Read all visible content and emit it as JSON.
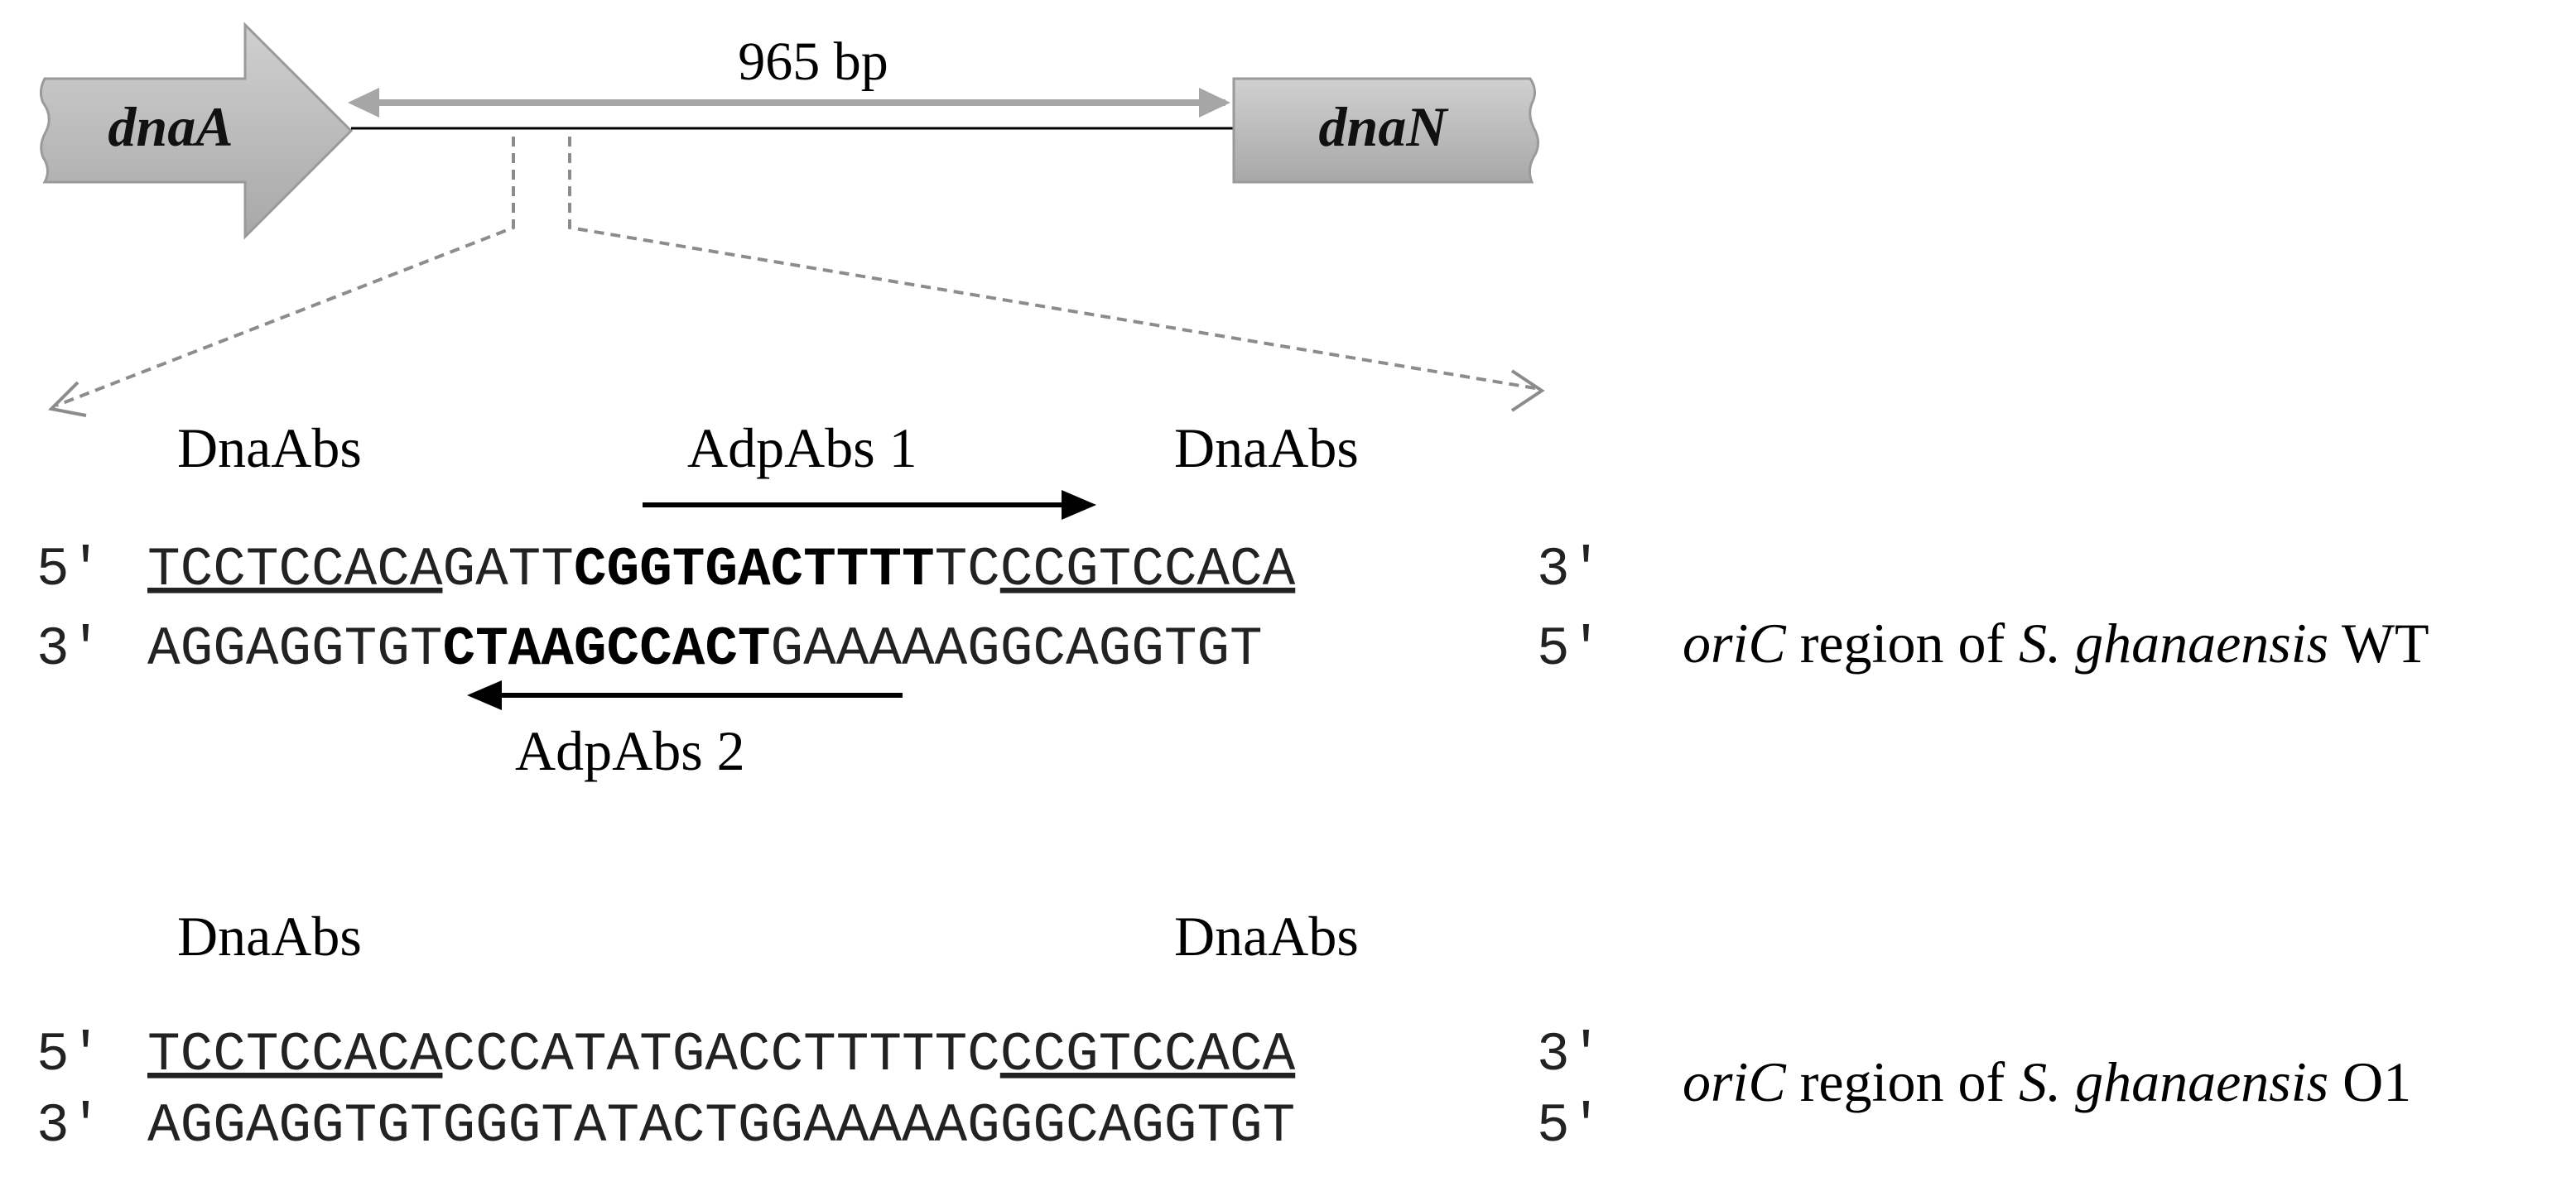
{
  "colors": {
    "gene_fill": "#bdbdbd",
    "gene_stroke": "#9a9a9a",
    "arrow_gray": "#a6a6a6",
    "dashed_gray": "#8c8c8c",
    "text": "#000000"
  },
  "genes": {
    "left_label": "dnaA",
    "right_label": "dnaN",
    "distance_label": "965 bp"
  },
  "labels": {
    "dna_abs": "DnaAbs",
    "adp_abs_1": "AdpAbs 1",
    "adp_abs_2": "AdpAbs 2"
  },
  "ends": {
    "five": "5′",
    "three": "3′"
  },
  "wt": {
    "top_parts": [
      "TCCTCCACA",
      "GATT",
      "CGGTGACTTTT",
      "TC",
      "CCGTCCACA"
    ],
    "bottom_parts": [
      "AGGAGGTGT",
      "CTAAGCCACT",
      "GAAAAAGGCAGGTGT"
    ],
    "caption_italic": "oriC",
    "caption_mid": " region of ",
    "caption_species": "S. ghanaensis",
    "caption_strain": " WT"
  },
  "o1": {
    "top_parts": [
      "TCCTCCACA",
      "CCCATATGACCTTTTTC",
      "CCGTCCACA"
    ],
    "bottom": "AGGAGGTGTGGGTATACTGGAAAAAGGGCAGGTGT",
    "caption_italic": "oriC",
    "caption_mid": " region of ",
    "caption_species": "S. ghanaensis",
    "caption_strain": " O1"
  }
}
